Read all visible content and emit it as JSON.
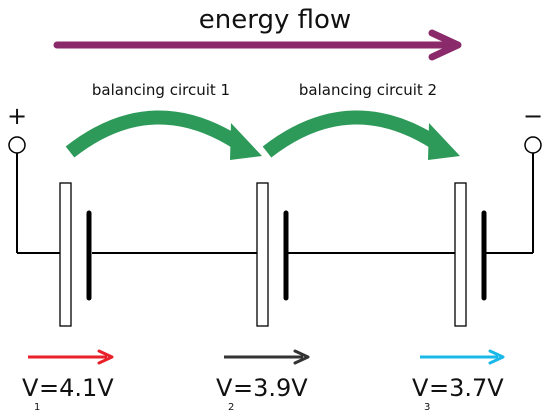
{
  "title": "energy flow",
  "colors": {
    "energy_flow_arrow": "#8a2a6a",
    "balancing_arrow": "#2e9a5a",
    "wire": "#000000",
    "plate": "#ffffff",
    "cell1_arrow": "#e8202a",
    "cell2_arrow": "#333333",
    "cell3_arrow": "#19b8e8"
  },
  "terminals": {
    "positive": "+",
    "negative": "−"
  },
  "circuits": [
    {
      "label": "balancing circuit 1"
    },
    {
      "label": "balancing circuit 2"
    }
  ],
  "cells": [
    {
      "symbol": "V",
      "subscript": "1",
      "value": "=4.1V",
      "arrow_color": "#e8202a"
    },
    {
      "symbol": "V",
      "subscript": "2",
      "value": "=3.9V",
      "arrow_color": "#333333"
    },
    {
      "symbol": "V",
      "subscript": "3",
      "value": "=3.7V",
      "arrow_color": "#19b8e8"
    }
  ]
}
